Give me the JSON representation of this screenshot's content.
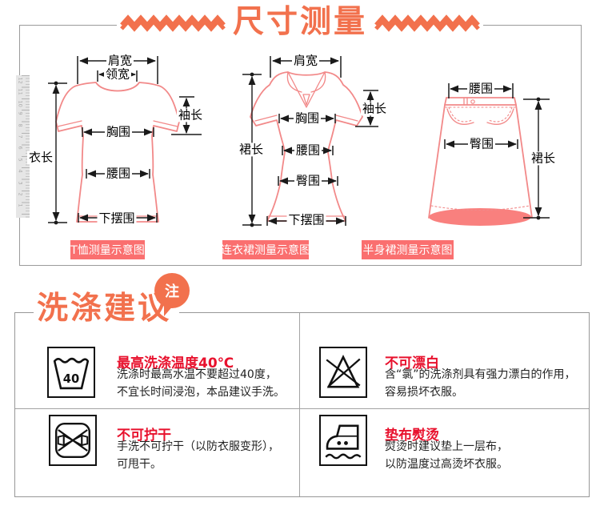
{
  "colors": {
    "accent_orange": "#f2714d",
    "caption_bg": "#fa6f6f",
    "garment_pink": "#f28989",
    "heading_red": "#e8112d",
    "border_gray": "#9b9b9b"
  },
  "size_section": {
    "title": "尺寸测量",
    "ruler": {
      "numbers": [
        "12",
        "11",
        "10",
        "9",
        "8",
        "7",
        "6",
        "5",
        "4",
        "3",
        "2",
        "1"
      ]
    },
    "diagrams": [
      {
        "name": "t-shirt",
        "caption": "T恤测量示意图",
        "labels": {
          "shoulder": "肩宽",
          "collar": "领宽",
          "sleeve": "袖长",
          "chest": "胸围",
          "length": "衣长",
          "waist": "腰围",
          "hem": "下摆围"
        }
      },
      {
        "name": "dress",
        "caption": "连衣裙测量示意图",
        "labels": {
          "shoulder": "肩宽",
          "sleeve": "袖长",
          "chest": "胸围",
          "length": "裙长",
          "waist": "腰围",
          "hip": "臀围",
          "hem": "下摆围"
        }
      },
      {
        "name": "skirt",
        "caption": "半身裙测量示意图",
        "labels": {
          "waist": "腰围",
          "hip": "臀围",
          "length": "裙长"
        }
      }
    ]
  },
  "wash_section": {
    "title": "洗涤建议",
    "note_badge": "注",
    "items": [
      {
        "icon": "wash-max-40-icon",
        "icon_text": "40",
        "title": "最高洗涤温度40℃",
        "desc": "洗涤时最高水温不要超过40度，\n不宜长时间浸泡，本品建议手洗。"
      },
      {
        "icon": "no-bleach-icon",
        "title": "不可漂白",
        "desc": "含“氯”的洗涤剂具有强力漂白的作用，\n容易损坏衣服。"
      },
      {
        "icon": "no-wring-icon",
        "title": "不可拧干",
        "desc": "手洗不可拧干（以防衣服变形），\n可甩干。"
      },
      {
        "icon": "iron-with-cloth-icon",
        "title": "垫布熨烫",
        "desc": "熨烫时建议垫上一层布，\n以防温度过高烫坏衣服。"
      }
    ]
  }
}
